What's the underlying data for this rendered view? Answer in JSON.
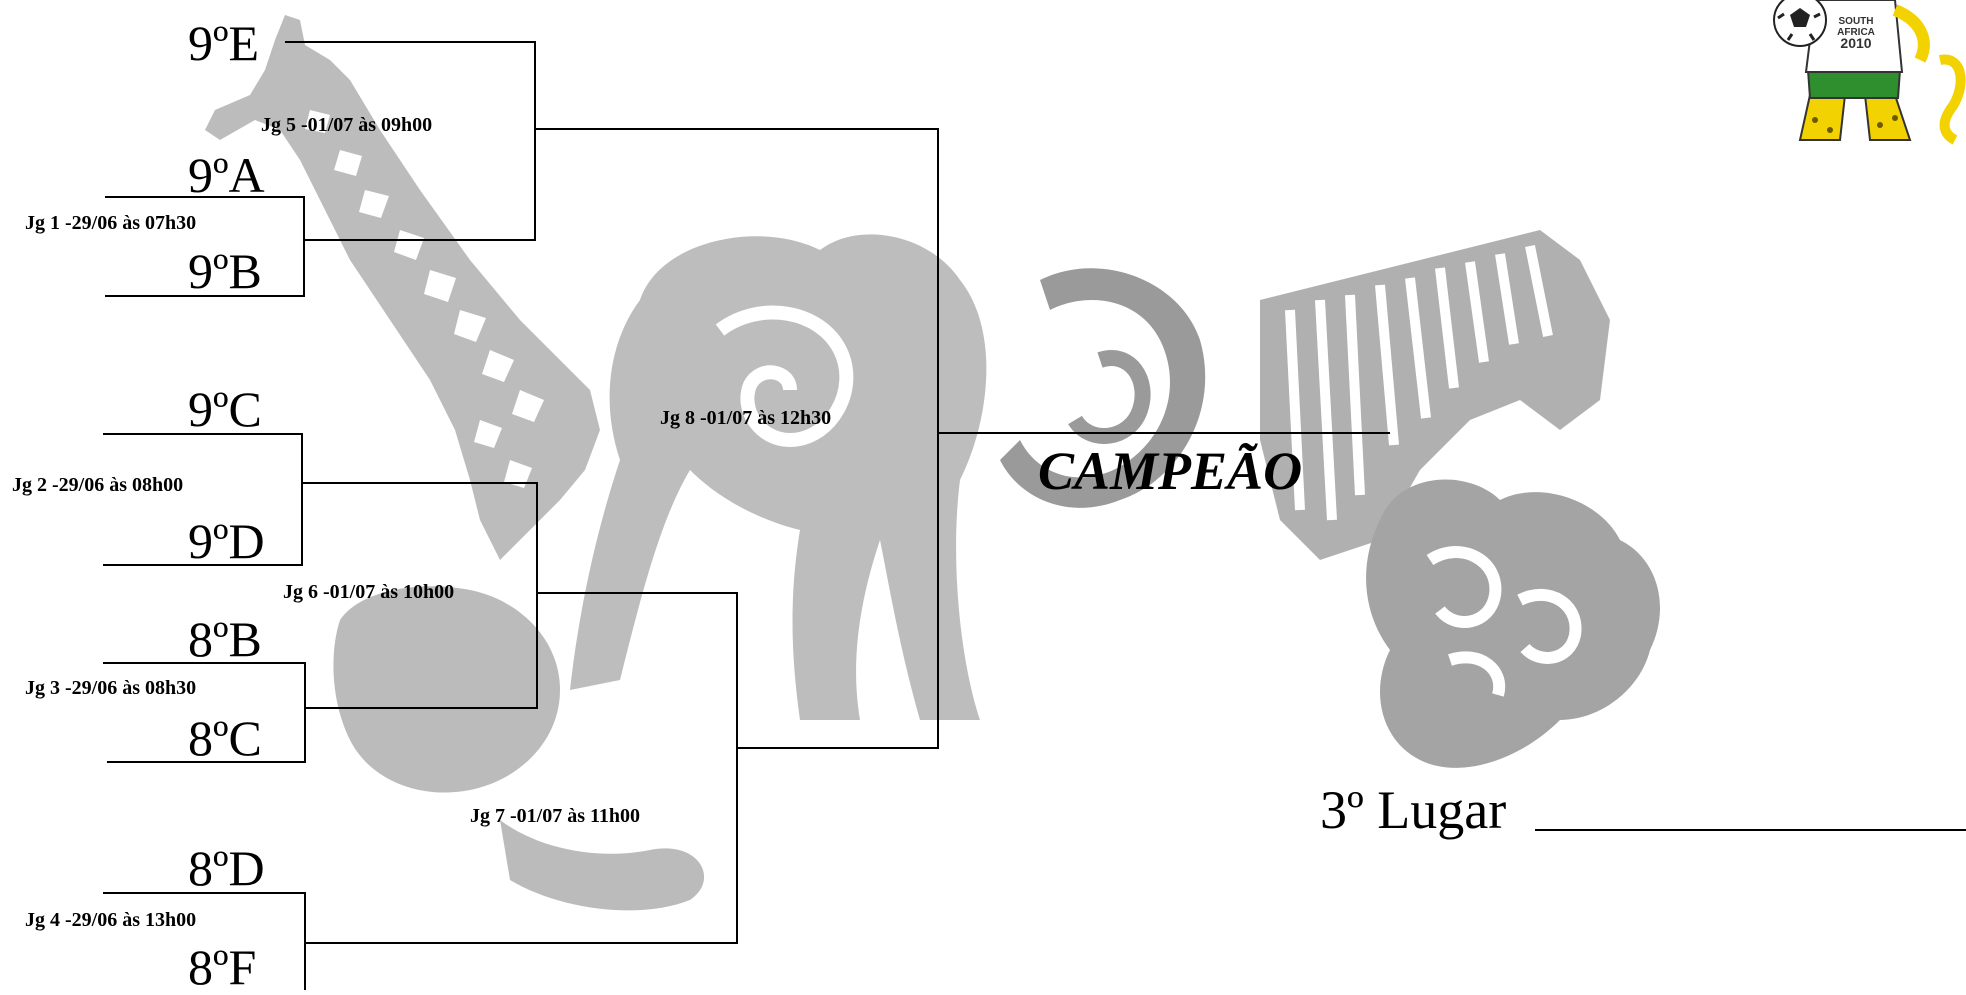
{
  "teams": {
    "t9E": "9ºE",
    "t9A": "9ºA",
    "t9B": "9ºB",
    "t9C": "9ºC",
    "t9D": "9ºD",
    "t8B": "8ºB",
    "t8C": "8ºC",
    "t8D": "8ºD",
    "t8F": "8ºF"
  },
  "games": {
    "g1": "Jg 1 -29/06 às 07h30",
    "g2": "Jg 2 -29/06 às 08h00",
    "g3": "Jg 3 -29/06 às 08h30",
    "g4": "Jg 4 -29/06 às 13h00",
    "g5": "Jg 5 -01/07 às 09h00",
    "g6": "Jg 6 -01/07 às 10h00",
    "g7": "Jg 7 -01/07 às 11h00",
    "g8": "Jg 8 -01/07 às 12h30"
  },
  "champion_label": "CAMPEÃO",
  "third_place_label": "3º Lugar",
  "mascot": {
    "text_line1": "SOUTH",
    "text_line2": "AFRICA",
    "text_line3": "2010",
    "icon": "zakumi-mascot-icon"
  },
  "colors": {
    "line": "#000000",
    "background_art": "#9b9b9b",
    "mascot_yellow": "#f2d200",
    "mascot_green": "#2f8f2f"
  }
}
